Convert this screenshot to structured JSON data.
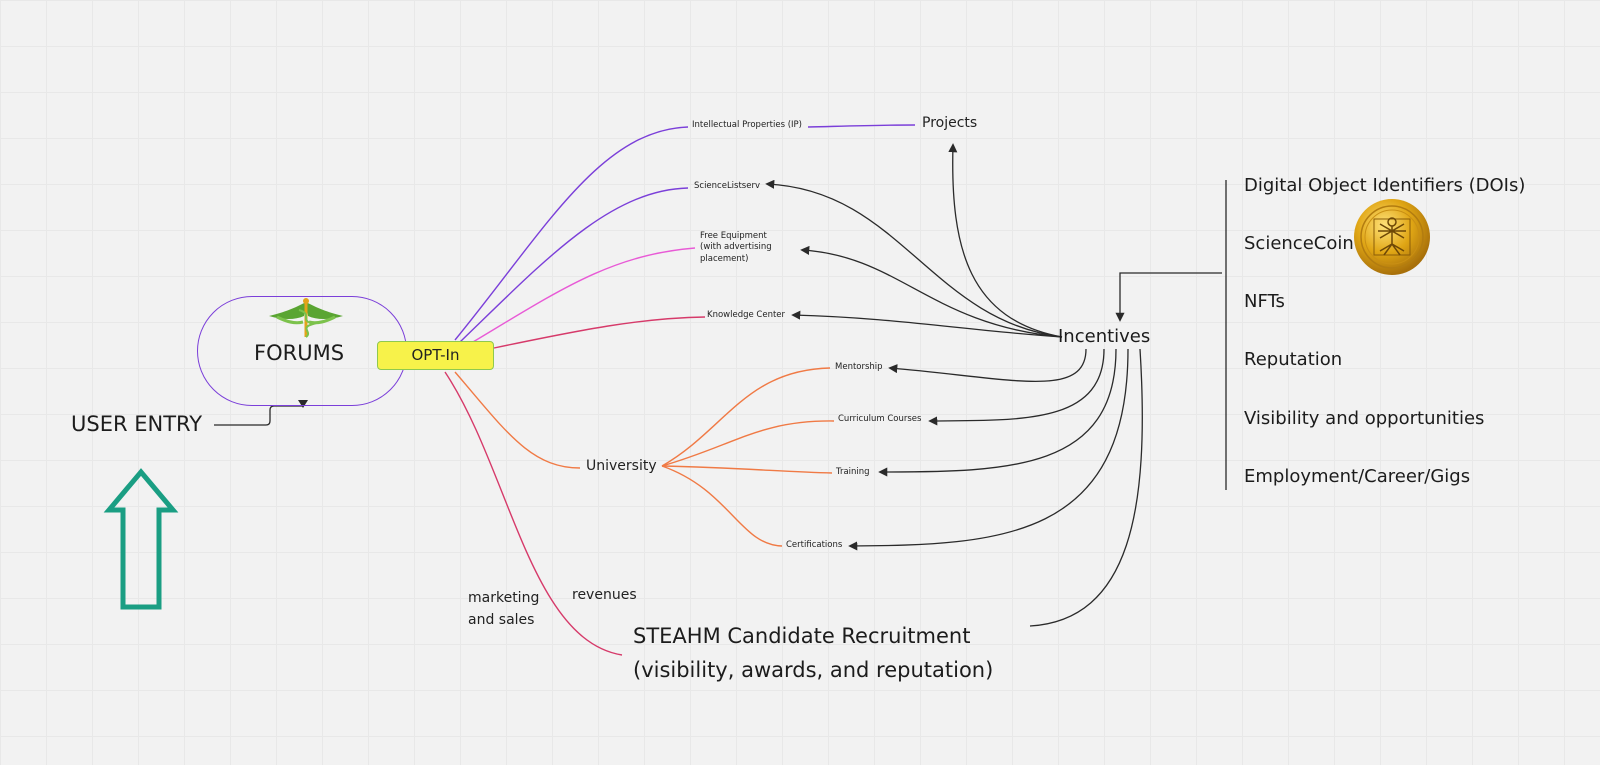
{
  "forums": {
    "label": "FORUMS"
  },
  "opt_in": {
    "label": "OPT-In"
  },
  "user_entry": {
    "label": "USER ENTRY"
  },
  "branches": {
    "ip": "Intellectual Properties (IP)",
    "listserv": "ScienceListserv",
    "free_equipment": "Free Equipment (with advertising placement)",
    "knowledge_center": "Knowledge Center",
    "university": "University",
    "mentorship": "Mentorship",
    "curriculum": "Curriculum Courses",
    "training": "Training",
    "certifications": "Certifications",
    "projects": "Projects",
    "incentives": "Incentives",
    "marketing": "marketing and sales",
    "revenues": "revenues",
    "recruitment_line1": "STEAHM Candidate Recruitment",
    "recruitment_line2": "(visibility, awards, and reputation)"
  },
  "incentive_list": [
    "Digital Object Identifiers (DOIs)",
    "ScienceCoin",
    "NFTs",
    "Reputation",
    "Visibility and opportunities",
    "Employment/Career/Gigs"
  ],
  "colors": {
    "purple": "#7b3fd9",
    "pink": "#e85ad6",
    "crimson": "#d63a6a",
    "orange": "#f07a45",
    "black": "#2a2a2a",
    "teal": "#1a9e83",
    "opt_in_fill": "#f7f24a",
    "opt_in_border": "#8fc94e",
    "coin_gold": "#e0a615"
  }
}
